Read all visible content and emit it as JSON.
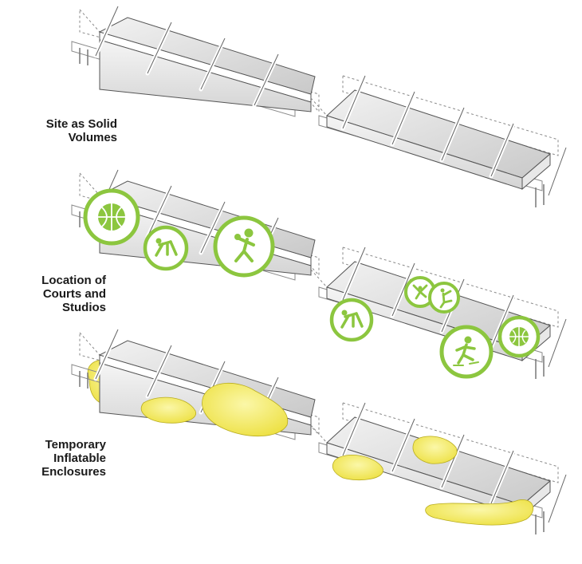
{
  "captions": [
    {
      "line1": "Site as Solid",
      "line2": "Volumes",
      "line3": ""
    },
    {
      "line1": "Location of",
      "line2": "Courts and",
      "line3": "Studios"
    },
    {
      "line1": "Temporary",
      "line2": "Inflatable",
      "line3": "Enclosures"
    }
  ],
  "stages": [
    {
      "id": "solid-volumes",
      "icons": []
    },
    {
      "id": "courts-and-studios",
      "icons": [
        "basketball-icon",
        "stretching-icon",
        "volleyball-icon",
        "stretching-icon",
        "gymnastics-icon",
        "dance-icon",
        "ice-skating-icon",
        "basketball-icon"
      ]
    },
    {
      "id": "inflatable-enclosures",
      "icons": []
    }
  ],
  "colors": {
    "accent_green": "#8cc63f",
    "inflatable_yellow": "#f4ee6a",
    "volume_gray": "#d9d9d9",
    "line": "#7a7a7a",
    "caption_text": "#1a1a1a"
  }
}
